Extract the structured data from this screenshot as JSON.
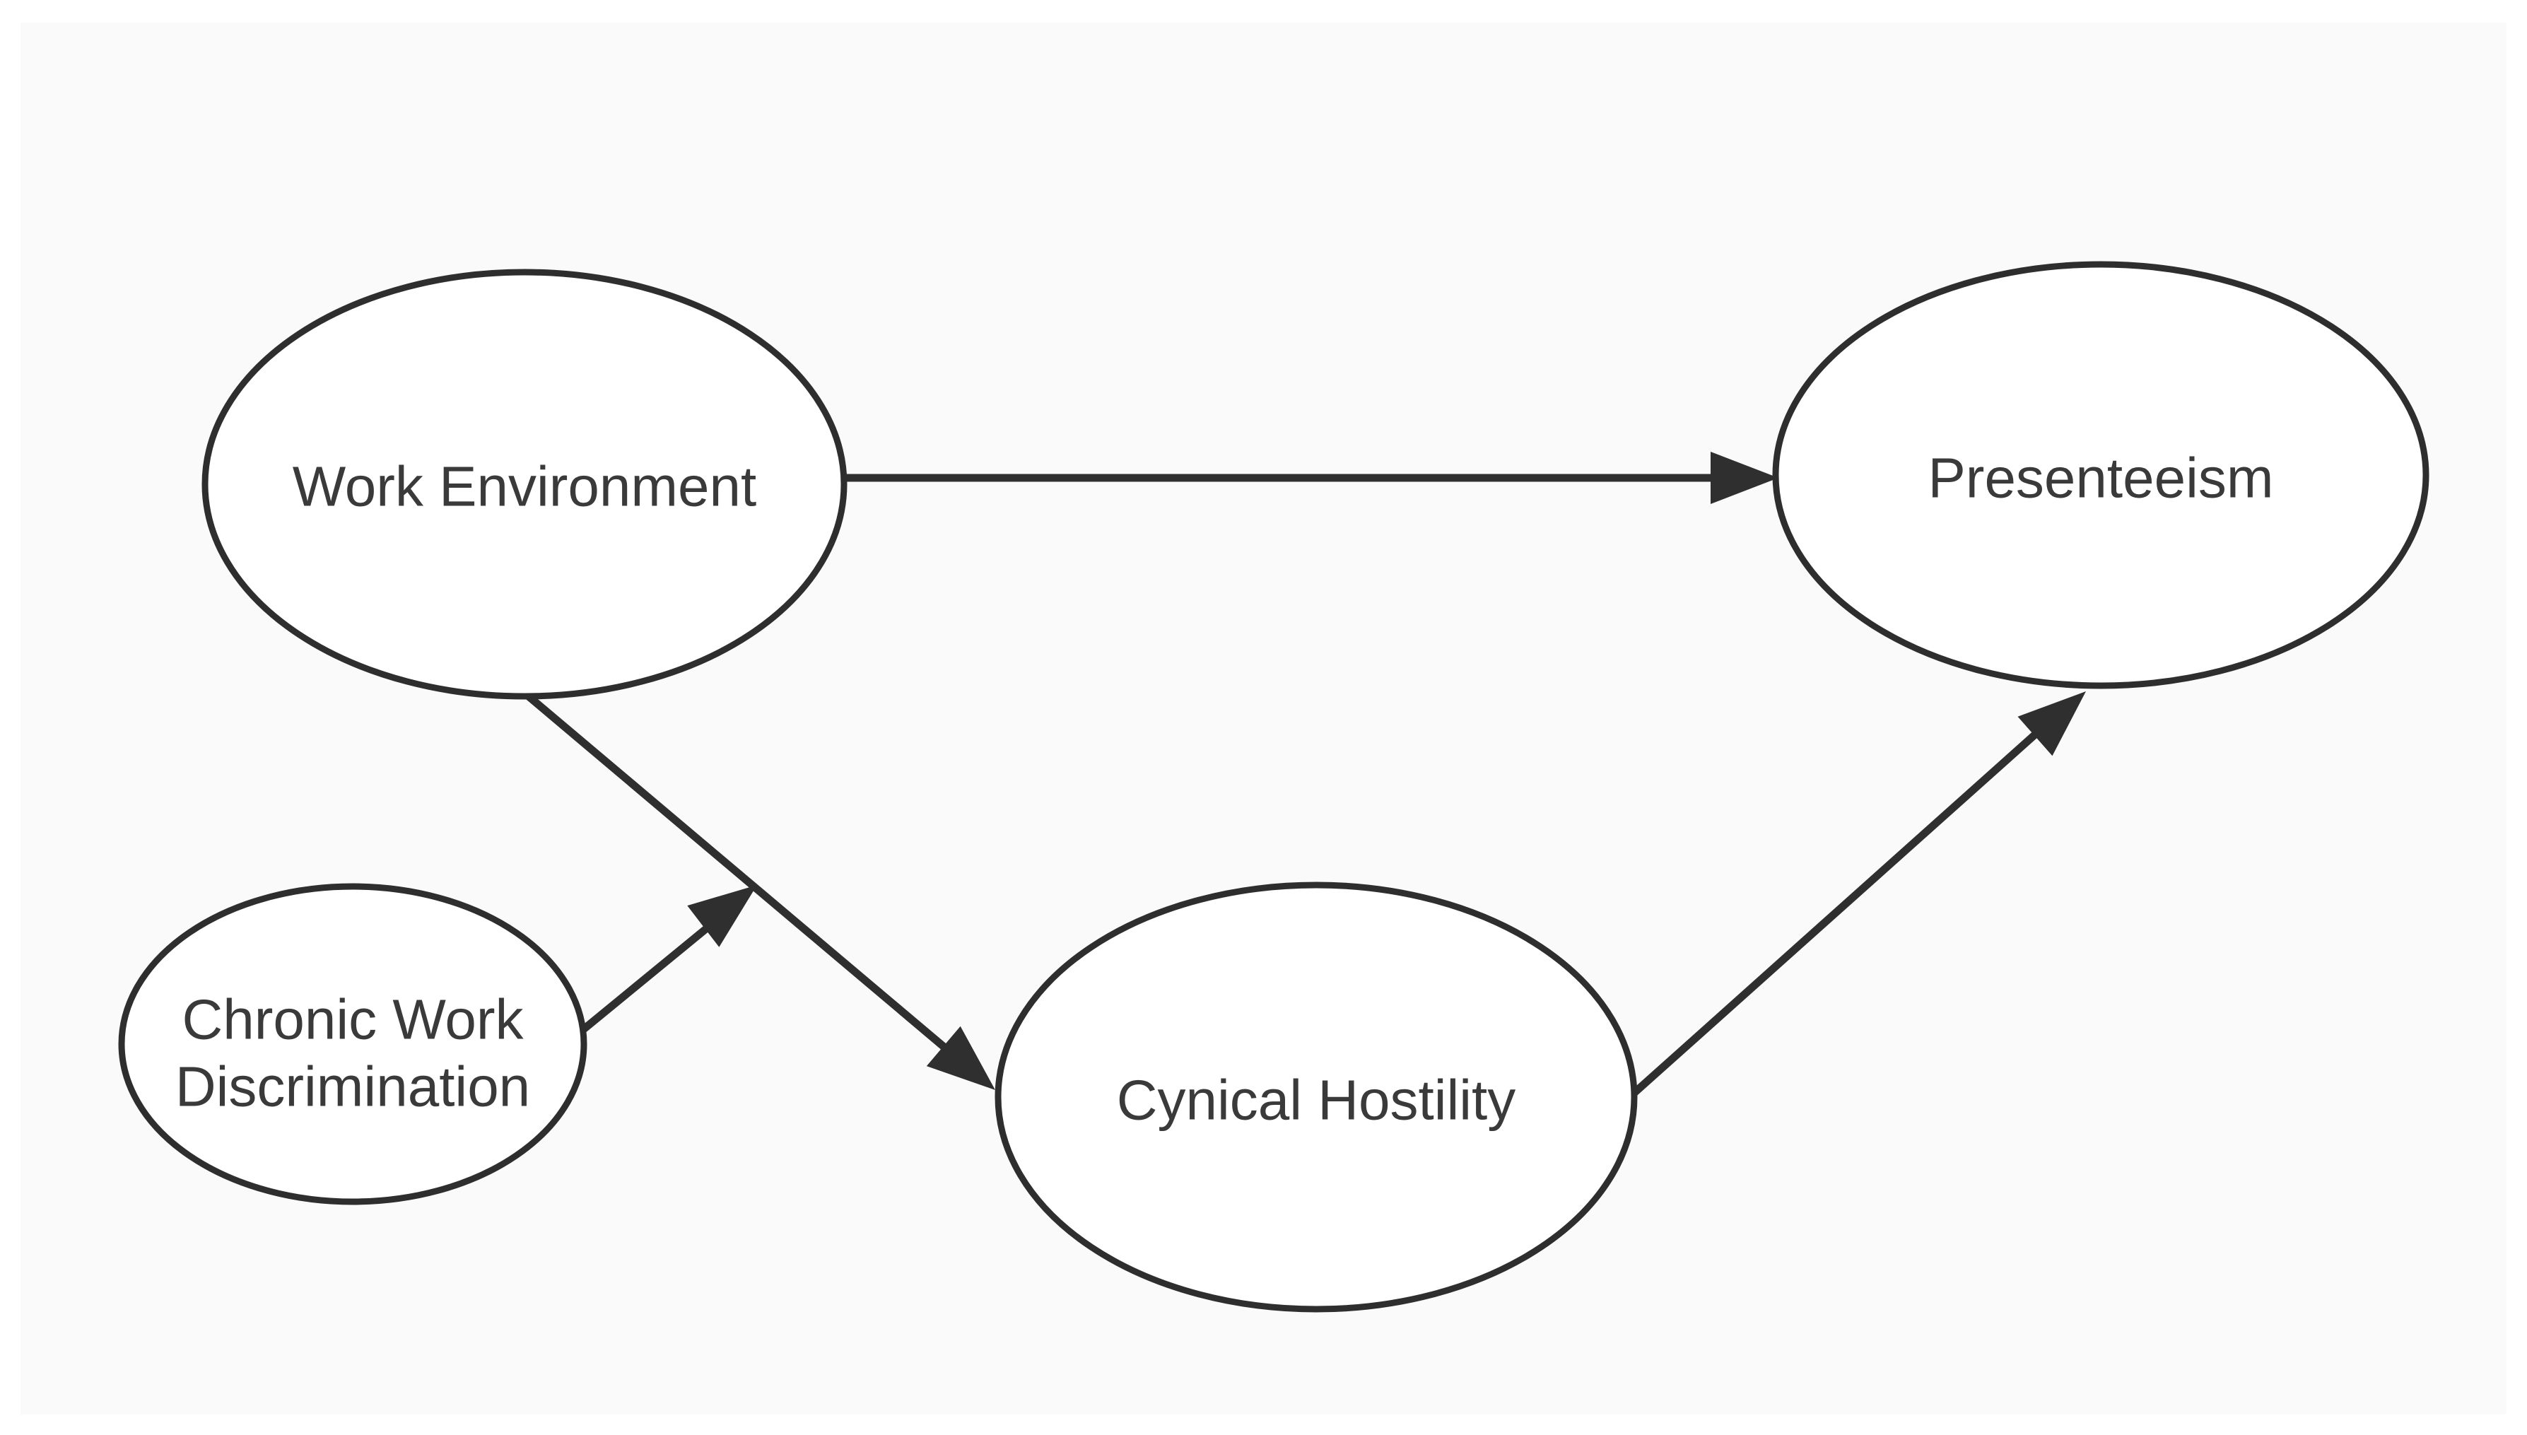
{
  "diagram": {
    "kind": "path-model",
    "colors": {
      "page_background": "#ffffff",
      "canvas_background": "#fafafa",
      "node_fill": "#ffffff",
      "stroke": "#2f2f2f",
      "text": "#3a3a3a"
    },
    "nodes": [
      {
        "id": "work-environment",
        "shape": "ellipse",
        "label": "Work Environment"
      },
      {
        "id": "presenteeism",
        "shape": "ellipse",
        "label": "Presenteeism"
      },
      {
        "id": "chronic-work-discrimination",
        "shape": "ellipse",
        "label": "Chronic Work Discrimination",
        "label_lines": [
          "Chronic Work",
          "Discrimination"
        ]
      },
      {
        "id": "cynical-hostility",
        "shape": "ellipse",
        "label": "Cynical Hostility"
      }
    ],
    "edges": [
      {
        "from": "Work Environment",
        "to": "Presenteeism",
        "style": "arrow"
      },
      {
        "from": "Work Environment",
        "to": "Cynical Hostility",
        "style": "arrow"
      },
      {
        "from": "Chronic Work Discrimination",
        "to": "path: Work Environment → Cynical Hostility",
        "style": "arrow (moderation, points at path)"
      },
      {
        "from": "Cynical Hostility",
        "to": "Presenteeism",
        "style": "arrow"
      }
    ]
  }
}
